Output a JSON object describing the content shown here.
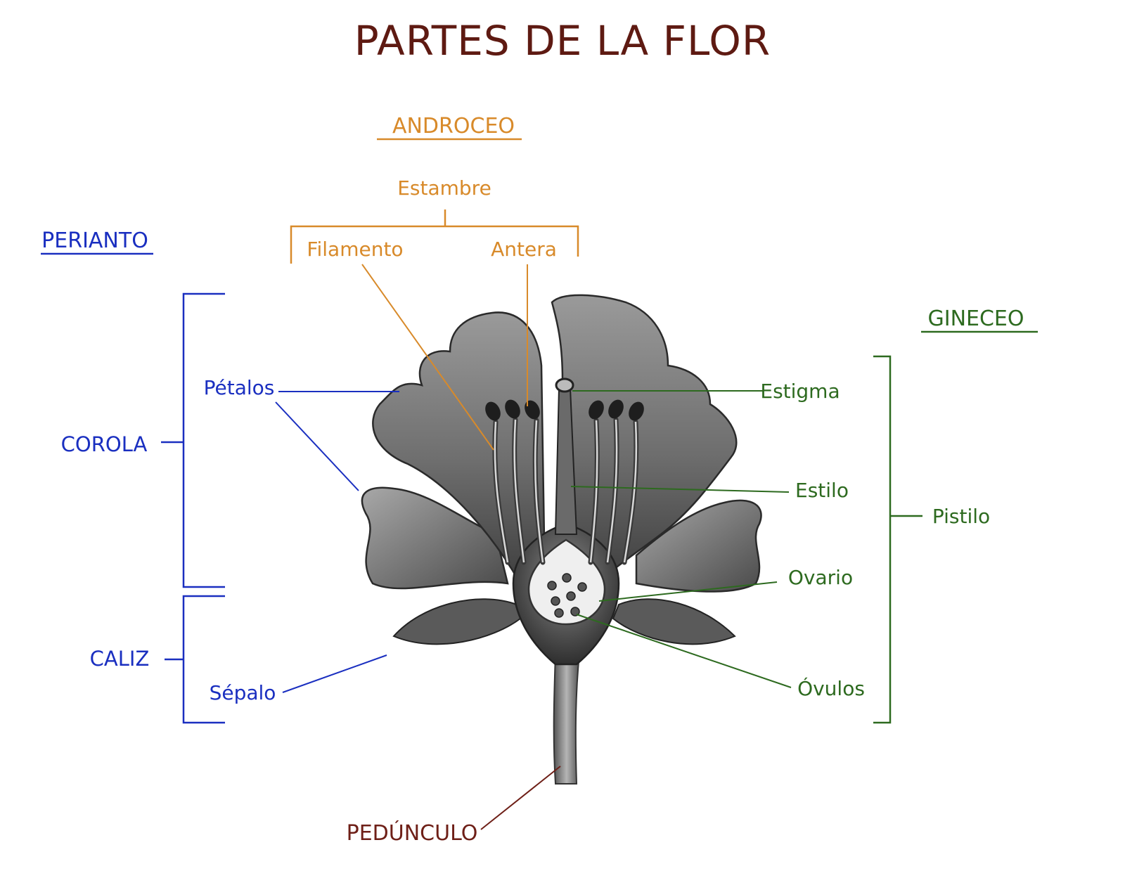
{
  "title": "PARTES DE LA FLOR",
  "colors": {
    "title": "#5e1a12",
    "androceo": "#d88a2a",
    "perianto": "#1a2fc0",
    "gineceo": "#2d6a1f",
    "peduncle": "#6e1f17"
  },
  "androceo": {
    "heading": "ANDROCEO",
    "estambre": "Estambre",
    "filamento": "Filamento",
    "antera": "Antera"
  },
  "perianto": {
    "heading": "PERIANTO",
    "corola": "COROLA",
    "petalos": "Pétalos",
    "caliz": "CALIZ",
    "sepalo": "Sépalo"
  },
  "gineceo": {
    "heading": "GINECEO",
    "pistilo": "Pistilo",
    "estigma": "Estigma",
    "estilo": "Estilo",
    "ovario": "Ovario",
    "ovulos": "Óvulos"
  },
  "pedunculo": "PEDÚNCULO"
}
